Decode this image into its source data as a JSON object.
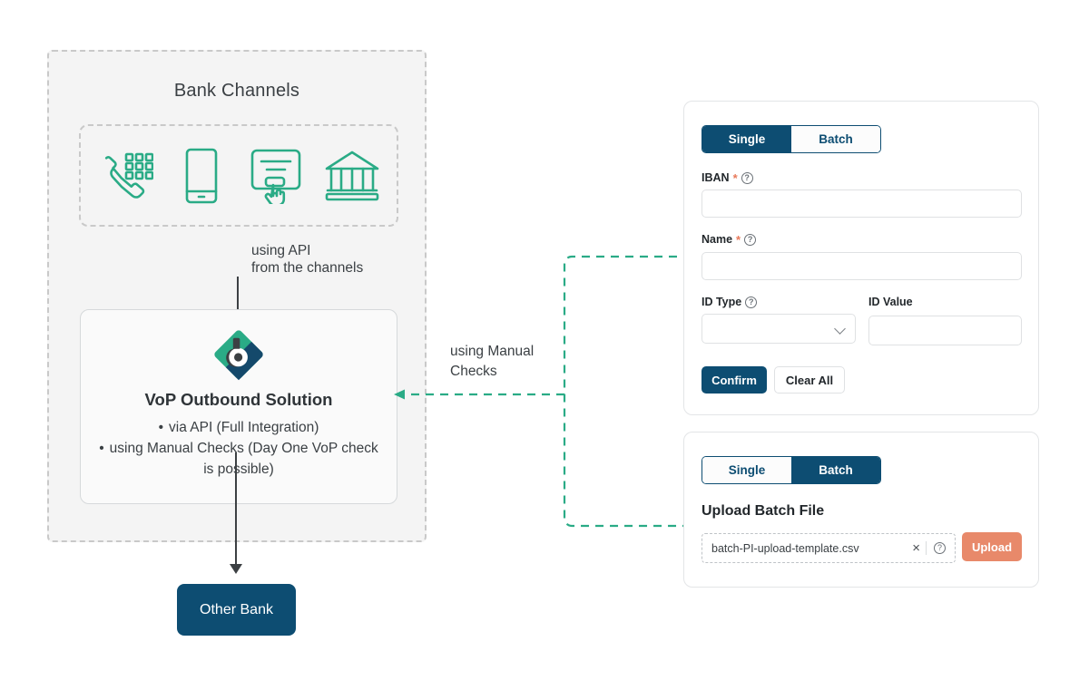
{
  "diagram": {
    "bank_zone_title": "Bank Channels",
    "channels": [
      {
        "name": "phone-keypad-icon",
        "label": "Phone banking"
      },
      {
        "name": "mobile-phone-icon",
        "label": "Mobile banking"
      },
      {
        "name": "kiosk-touch-icon",
        "label": "Self-service kiosk"
      },
      {
        "name": "bank-building-icon",
        "label": "Branch"
      }
    ],
    "label_api": "using API\nfrom the channels",
    "label_manual": "using Manual\nChecks",
    "vop": {
      "logo_name": "vop-brand-logo",
      "title": "VoP Outbound Solution",
      "bullets": [
        "via API (Full Integration)",
        "using Manual Checks (Day One VoP check is possible)"
      ]
    },
    "other_bank": "Other Bank"
  },
  "panel_single": {
    "toggle": {
      "options": [
        "Single",
        "Batch"
      ],
      "selected": "Single"
    },
    "fields": {
      "iban": {
        "label": "IBAN",
        "required": true,
        "value": "",
        "help": "?"
      },
      "name": {
        "label": "Name",
        "required": true,
        "value": "",
        "help": "?"
      },
      "id_type": {
        "label": "ID Type",
        "required": false,
        "value": "",
        "help": "?"
      },
      "id_value": {
        "label": "ID Value",
        "required": false,
        "value": ""
      }
    },
    "buttons": {
      "confirm": "Confirm",
      "clear": "Clear All"
    }
  },
  "panel_batch": {
    "toggle": {
      "options": [
        "Single",
        "Batch"
      ],
      "selected": "Batch"
    },
    "title": "Upload Batch File",
    "file_name": "batch-PI-upload-template.csv",
    "clear_icon": "×",
    "help_icon": "?",
    "upload_button": "Upload"
  },
  "colors": {
    "brand_navy": "#0d4d72",
    "brand_teal": "#2aab86",
    "accent_orange": "#e8896a",
    "required_star": "#e8795a",
    "zone_bg": "#f4f4f4",
    "dashed_gray": "#c9c9c9"
  }
}
